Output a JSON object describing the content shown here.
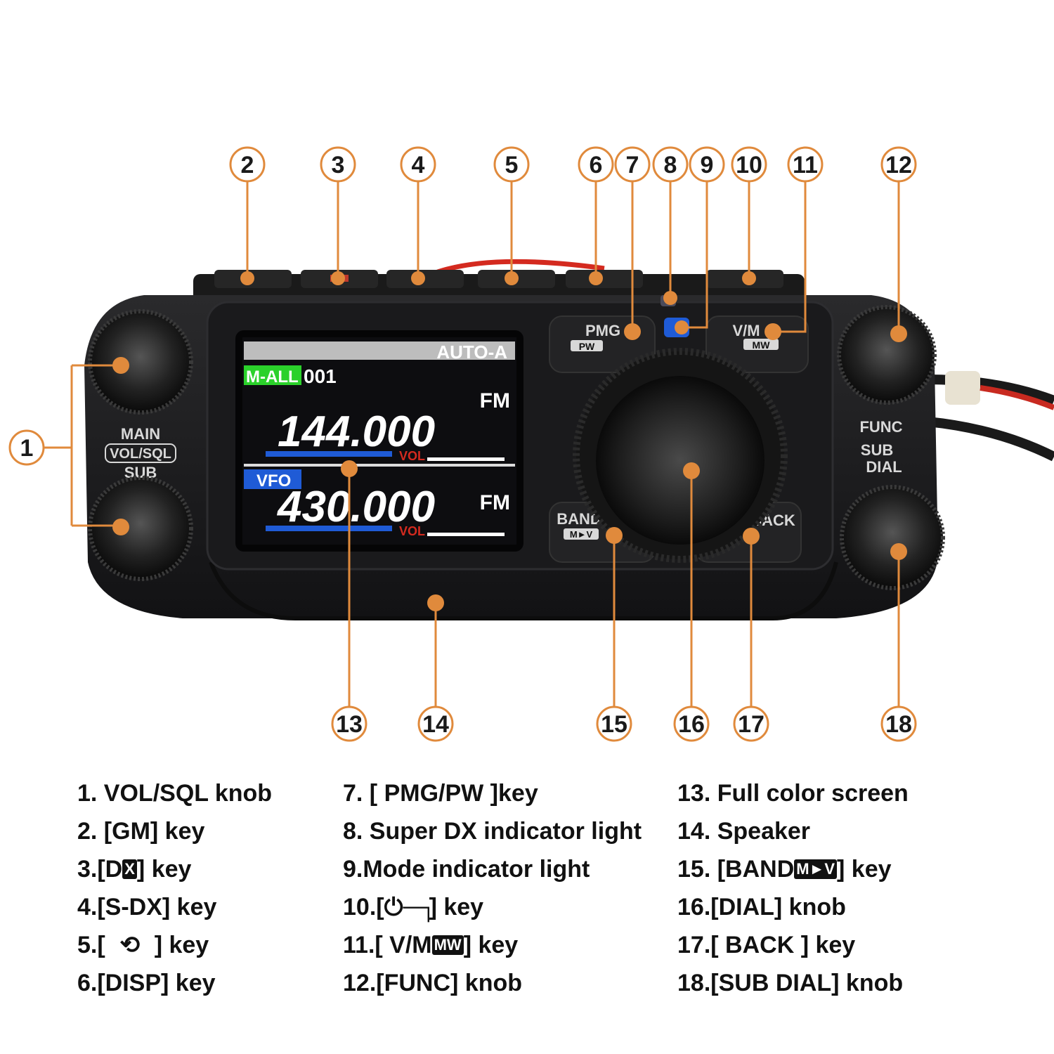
{
  "radio": {
    "screen": {
      "mode_top": "AUTO-A",
      "mem_tag": "M-ALL",
      "mem_channel": "001",
      "band_a": {
        "mode": "FM",
        "freq": "144.000",
        "vol": "VOL"
      },
      "vfo_tag": "VFO",
      "band_b": {
        "mode": "FM",
        "freq": "430.000",
        "vol": "VOL"
      }
    },
    "panel": {
      "main": "MAIN",
      "vol_sql": "VOL/SQL",
      "sub": "SUB",
      "func": "FUNC",
      "sub_dial_1": "SUB",
      "sub_dial_2": "DIAL",
      "pmg": "PMG",
      "pw": "PW",
      "vm": "V/M",
      "mw": "MW",
      "band": "BAND",
      "mv": "M►V",
      "back": "BACK"
    }
  },
  "callouts": [
    "1",
    "2",
    "3",
    "4",
    "5",
    "6",
    "7",
    "8",
    "9",
    "10",
    "11",
    "12",
    "13",
    "14",
    "15",
    "16",
    "17",
    "18"
  ],
  "legend": {
    "col1": [
      "1. VOL/SQL knob",
      "2. [GM] key",
      "3.[D",
      "4.[S-DX] key",
      "5.[",
      "6.[DISP] key"
    ],
    "col1_extra": {
      "d_badge": "X",
      "d_tail": "] key",
      "rot_tail": "] key"
    },
    "col2": [
      "7. [ PMG/PW ]key",
      "8. Super DX indicator light",
      "9.Mode indicator light",
      "10.[",
      "11.[ V/M",
      "12.[FUNC] knob"
    ],
    "col2_extra": {
      "power_tail": "] key",
      "mw_badge": "MW",
      "mw_tail": "] key"
    },
    "col3": [
      "13. Full color screen",
      "14. Speaker",
      "15. [BAND",
      "16.[DIAL] knob",
      "17.[ BACK ] key",
      "18.[SUB DIAL] knob"
    ],
    "col3_extra": {
      "mv_badge": "M►V",
      "band_tail": "] key"
    }
  },
  "colors": {
    "callout_orange": "#e08a3c",
    "radio_body": "#1c1c1e",
    "screen_bg": "#0d0d10",
    "green_tag": "#2bd12b",
    "blue_tag": "#1f5bd6",
    "red_cable": "#d42a1f"
  }
}
